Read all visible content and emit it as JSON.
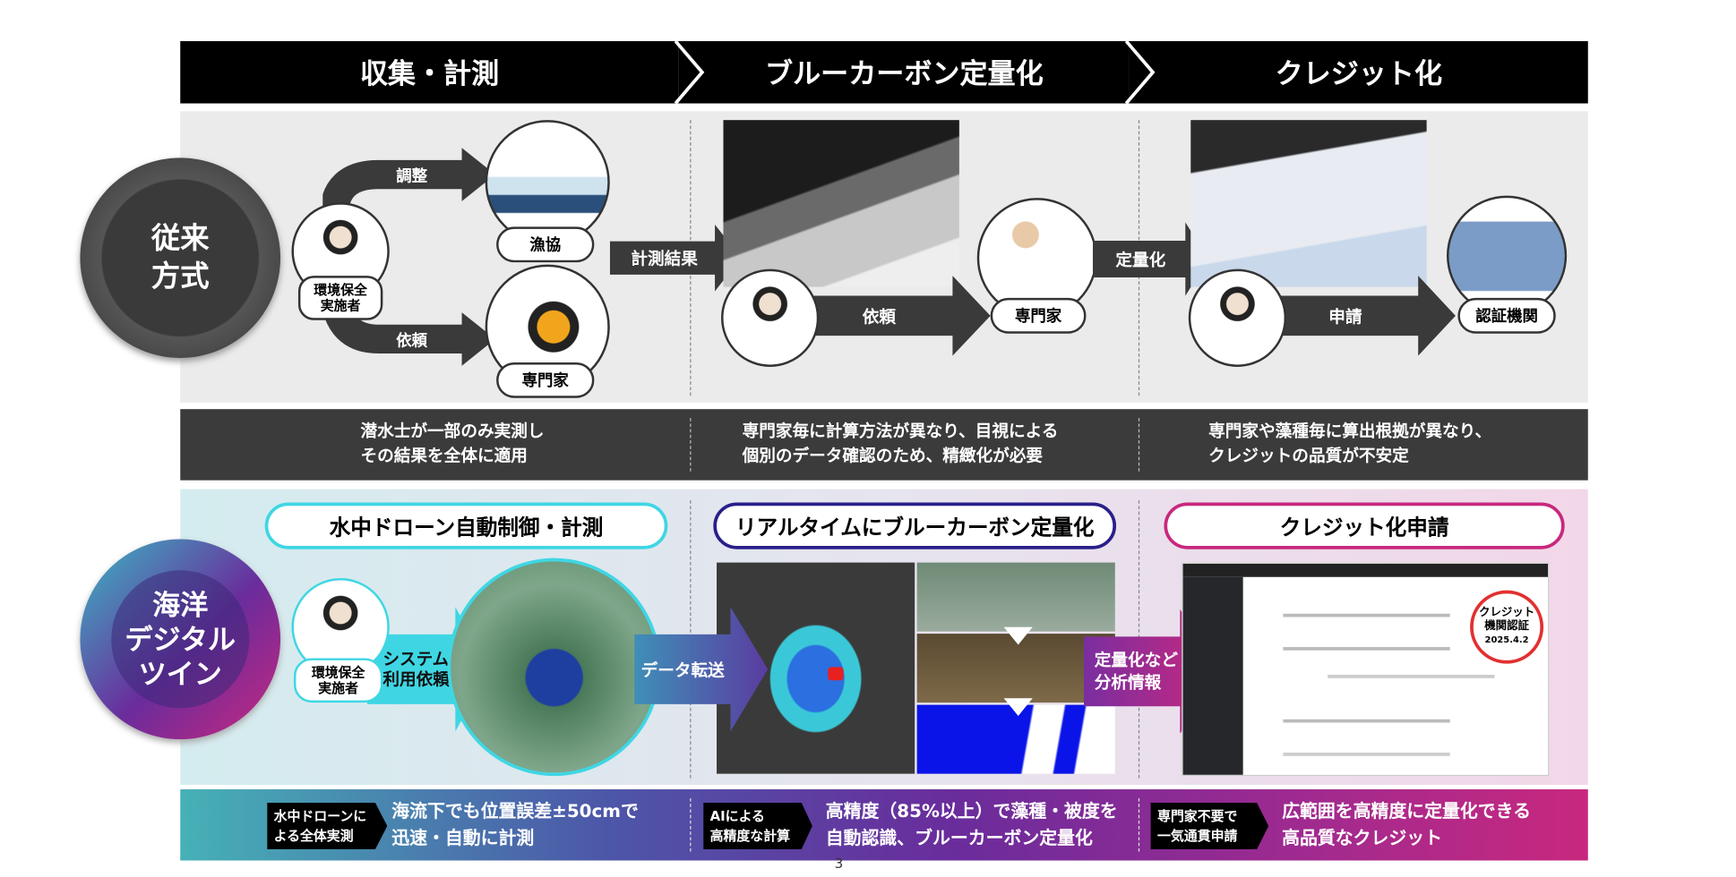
{
  "header": {
    "stages": [
      "収集・計測",
      "ブルーカーボン定量化",
      "クレジット化"
    ]
  },
  "conventional": {
    "label_line1": "従来",
    "label_line2": "方式",
    "collect": {
      "actor_line1": "環境保全",
      "actor_line2": "実施者",
      "arrow_top": "調整",
      "arrow_bottom": "依頼",
      "boat_label": "漁協",
      "diver_label": "専門家",
      "result_arrow": "計測結果"
    },
    "quantify": {
      "arrow": "依頼",
      "expert_label": "専門家",
      "next_arrow": "定量化"
    },
    "credit": {
      "arrow": "申請",
      "org_label": "認証機関"
    },
    "issues": [
      [
        "潜水士が一部のみ実測し",
        "その結果を全体に適用"
      ],
      [
        "専門家毎に計算方法が異なり、目視による",
        "個別のデータ確認のため、精緻化が必要"
      ],
      [
        "専門家や藻種毎に算出根拠が異なり、",
        "クレジットの品質が不安定"
      ]
    ]
  },
  "digital_twin": {
    "label_lines": [
      "海洋",
      "デジタル",
      "ツイン"
    ],
    "titles": [
      "水中ドローン自動制御・計測",
      "リアルタイムにブルーカーボン定量化",
      "クレジット化申請"
    ],
    "actor_line1": "環境保全",
    "actor_line2": "実施者",
    "request_arrow": [
      "システム",
      "利用依頼"
    ],
    "transfer_arrow": "データ転送",
    "analysis_arrow": [
      "定量化など",
      "分析情報"
    ],
    "stamp": [
      "クレジット",
      "機関認証",
      "2025.4.2"
    ],
    "benefits": [
      {
        "tag": [
          "水中ドローンに",
          "よる全体実測"
        ],
        "text": [
          "海流下でも位置誤差±50cmで",
          "迅速・自動に計測"
        ]
      },
      {
        "tag": [
          "AIによる",
          "高精度な計算"
        ],
        "text": [
          "高精度（85%以上）で藻種・被度を",
          "自動認識、ブルーカーボン定量化"
        ]
      },
      {
        "tag": [
          "専門家不要で",
          "一気通貫申請"
        ],
        "text": [
          "広範囲を高精度に定量化できる",
          "高品質なクレジット"
        ]
      }
    ]
  },
  "page_number": "3",
  "colors": {
    "cyan": "#3fd6e4",
    "navy": "#2a1f8a",
    "magenta": "#c8287e",
    "dark": "#3b3b3b"
  }
}
